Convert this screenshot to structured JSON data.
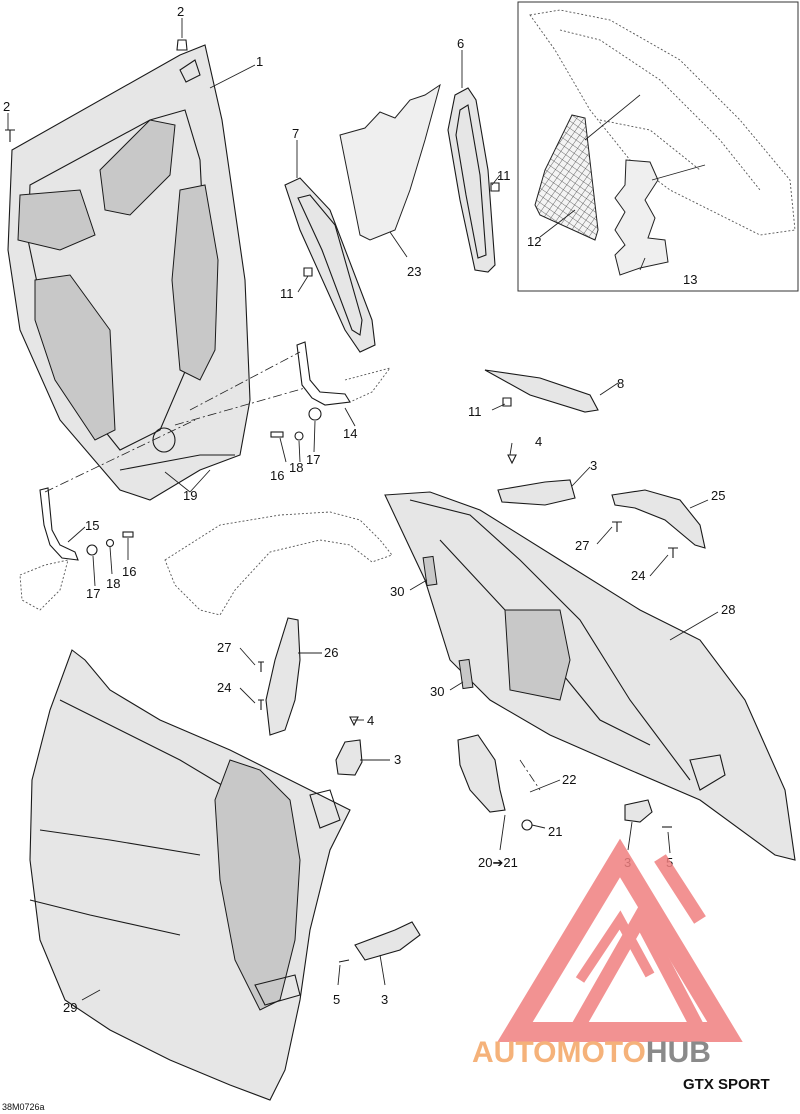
{
  "diagram": {
    "model_label": "GTX SPORT",
    "document_code": "38M0726a",
    "callouts": {
      "c1": "1",
      "c2a": "2",
      "c2b": "2",
      "c3a": "3",
      "c3b": "3",
      "c3c": "3",
      "c3d": "3",
      "c4a": "4",
      "c4b": "4",
      "c5a": "5",
      "c5b": "5",
      "c6": "6",
      "c7": "7",
      "c8": "8",
      "c11a": "11",
      "c11b": "11",
      "c11c": "11",
      "c12": "12",
      "c13": "13",
      "c14": "14",
      "c15": "15",
      "c16a": "16",
      "c16b": "16",
      "c17a": "17",
      "c17b": "17",
      "c18a": "18",
      "c18b": "18",
      "c19": "19",
      "c20": "20➔21",
      "c21": "21",
      "c22": "22",
      "c23": "23",
      "c24a": "24",
      "c24b": "24",
      "c25": "25",
      "c26": "26",
      "c27a": "27",
      "c27b": "27",
      "c28": "28",
      "c29": "29",
      "c30a": "30",
      "c30b": "30"
    }
  },
  "watermark": {
    "text_part1": "AUTOMOTO",
    "text_part2": "HUB",
    "color_part1": "#f5b27a",
    "color_part2": "#8a8a8a",
    "logo_color": "#f08080"
  }
}
